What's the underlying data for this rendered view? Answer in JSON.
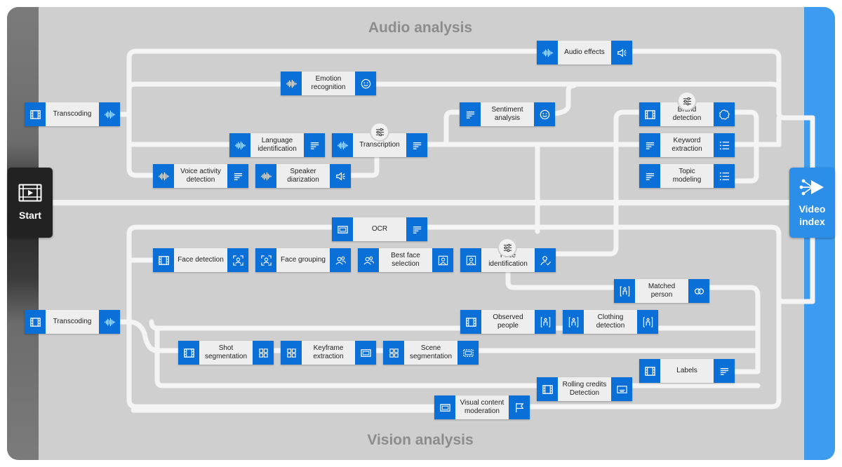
{
  "titles": {
    "audio": "Audio analysis",
    "vision": "Vision analysis"
  },
  "start": {
    "label": "Start"
  },
  "end": {
    "label": "Video\nindex"
  },
  "colors": {
    "node_icon": "#0a6fd6",
    "right_band": "#3d9cf0",
    "background": "#d0cfcf",
    "wire": "#f4f4f4"
  },
  "audio_nodes": {
    "transcoding": {
      "label": "Transcoding",
      "icon_left": "film-icon",
      "icon_right": "waveform-icon"
    },
    "audio_effects": {
      "label": "Audio effects",
      "icon_left": "waveform-icon",
      "icon_right": "speaker-icon"
    },
    "emotion": {
      "label": "Emotion\nrecognition",
      "icon_left": "waveform-icon",
      "icon_right": "smiley-icon"
    },
    "sentiment": {
      "label": "Sentiment\nanalysis",
      "icon_left": "text-lines-icon",
      "icon_right": "smiley-icon"
    },
    "brand": {
      "label": "Brand\ndetection",
      "icon_left": "film-icon",
      "icon_right": "badge-icon"
    },
    "keyword": {
      "label": "Keyword\nextraction",
      "icon_left": "text-lines-icon",
      "icon_right": "bullet-list-icon"
    },
    "topic": {
      "label": "Topic\nmodeling",
      "icon_left": "text-lines-icon",
      "icon_right": "bullet-list-icon"
    },
    "language": {
      "label": "Language\nidentification",
      "icon_left": "waveform-icon",
      "icon_right": "text-lines-icon"
    },
    "transcription": {
      "label": "Transcription",
      "icon_left": "waveform-icon",
      "icon_right": "text-lines-icon"
    },
    "voice_activity": {
      "label": "Voice activity\ndetection",
      "icon_left": "waveform-icon",
      "icon_right": "text-lines-icon"
    },
    "speaker": {
      "label": "Speaker\ndiarization",
      "icon_left": "waveform-icon",
      "icon_right": "speaker-icon"
    }
  },
  "vision_nodes": {
    "ocr": {
      "label": "OCR",
      "icon_left": "frame-icon",
      "icon_right": "text-lines-icon"
    },
    "face_detection": {
      "label": "Face detection",
      "icon_left": "film-icon",
      "icon_right": "face-scan-icon"
    },
    "face_grouping": {
      "label": "Face grouping",
      "icon_left": "face-scan-icon",
      "icon_right": "people-icon"
    },
    "best_face": {
      "label": "Best face\nselection",
      "icon_left": "people-icon",
      "icon_right": "portrait-icon"
    },
    "face_id": {
      "label": "Face\nidentification",
      "icon_left": "portrait-icon",
      "icon_right": "person-check-icon"
    },
    "matched_person": {
      "label": "Matched\nperson",
      "icon_left": "person-bracket-icon",
      "icon_right": "link-icon"
    },
    "transcoding": {
      "label": "Transcoding",
      "icon_left": "film-icon",
      "icon_right": "waveform-icon"
    },
    "observed_people": {
      "label": "Observed\npeople",
      "icon_left": "film-icon",
      "icon_right": "person-bracket-icon"
    },
    "clothing": {
      "label": "Clothing\ndetection",
      "icon_left": "person-bracket-icon",
      "icon_right": "person-bracket-icon"
    },
    "shot": {
      "label": "Shot\nsegmentation",
      "icon_left": "film-icon",
      "icon_right": "grid-icon"
    },
    "keyframe": {
      "label": "Keyframe\nextraction",
      "icon_left": "grid-icon",
      "icon_right": "frame-icon"
    },
    "scene": {
      "label": "Scene\nsegmentation",
      "icon_left": "grid-icon",
      "icon_right": "dashed-frame-icon"
    },
    "labels": {
      "label": "Labels",
      "icon_left": "film-icon",
      "icon_right": "text-lines-icon"
    },
    "rolling_credits": {
      "label": "Rolling credits\nDetection",
      "icon_left": "film-icon",
      "icon_right": "credits-icon"
    },
    "content_moderation": {
      "label": "Visual content\nmoderation",
      "icon_left": "frame-icon",
      "icon_right": "flag-icon"
    }
  },
  "settings_icons": [
    "sliders-icon",
    "sliders-icon",
    "sliders-icon"
  ]
}
